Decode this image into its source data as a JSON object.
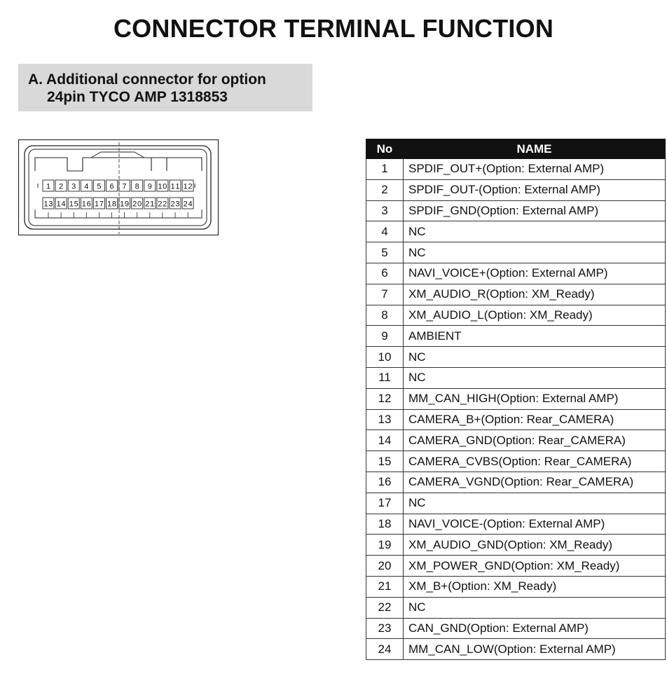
{
  "page": {
    "title": "CONNECTOR TERMINAL FUNCTION"
  },
  "section": {
    "heading_line1": "A. Additional connector for option",
    "heading_line2": "24pin TYCO AMP 1318853"
  },
  "connector": {
    "top_row": [
      "1",
      "2",
      "3",
      "4",
      "5",
      "6",
      "7",
      "8",
      "9",
      "10",
      "11",
      "12"
    ],
    "bottom_row": [
      "13",
      "14",
      "15",
      "16",
      "17",
      "18",
      "19",
      "20",
      "21",
      "22",
      "23",
      "24"
    ]
  },
  "table": {
    "headers": {
      "no": "No",
      "name": "NAME"
    },
    "rows": [
      {
        "no": "1",
        "name": "SPDIF_OUT+(Option: External AMP)"
      },
      {
        "no": "2",
        "name": "SPDIF_OUT-(Option: External AMP)"
      },
      {
        "no": "3",
        "name": "SPDIF_GND(Option: External AMP)"
      },
      {
        "no": "4",
        "name": "NC"
      },
      {
        "no": "5",
        "name": "NC"
      },
      {
        "no": "6",
        "name": "NAVI_VOICE+(Option: External AMP)"
      },
      {
        "no": "7",
        "name": "XM_AUDIO_R(Option: XM_Ready)"
      },
      {
        "no": "8",
        "name": "XM_AUDIO_L(Option: XM_Ready)"
      },
      {
        "no": "9",
        "name": "AMBIENT"
      },
      {
        "no": "10",
        "name": "NC"
      },
      {
        "no": "11",
        "name": "NC"
      },
      {
        "no": "12",
        "name": "MM_CAN_HIGH(Option: External AMP)"
      },
      {
        "no": "13",
        "name": "CAMERA_B+(Option: Rear_CAMERA)"
      },
      {
        "no": "14",
        "name": "CAMERA_GND(Option: Rear_CAMERA)"
      },
      {
        "no": "15",
        "name": "CAMERA_CVBS(Option: Rear_CAMERA)"
      },
      {
        "no": "16",
        "name": "CAMERA_VGND(Option: Rear_CAMERA)"
      },
      {
        "no": "17",
        "name": "NC"
      },
      {
        "no": "18",
        "name": "NAVI_VOICE-(Option: External AMP)"
      },
      {
        "no": "19",
        "name": "XM_AUDIO_GND(Option: XM_Ready)"
      },
      {
        "no": "20",
        "name": "XM_POWER_GND(Option: XM_Ready)"
      },
      {
        "no": "21",
        "name": "XM_B+(Option: XM_Ready)"
      },
      {
        "no": "22",
        "name": "NC"
      },
      {
        "no": "23",
        "name": "CAN_GND(Option: External AMP)"
      },
      {
        "no": "24",
        "name": "MM_CAN_LOW(Option: External AMP)"
      }
    ]
  }
}
